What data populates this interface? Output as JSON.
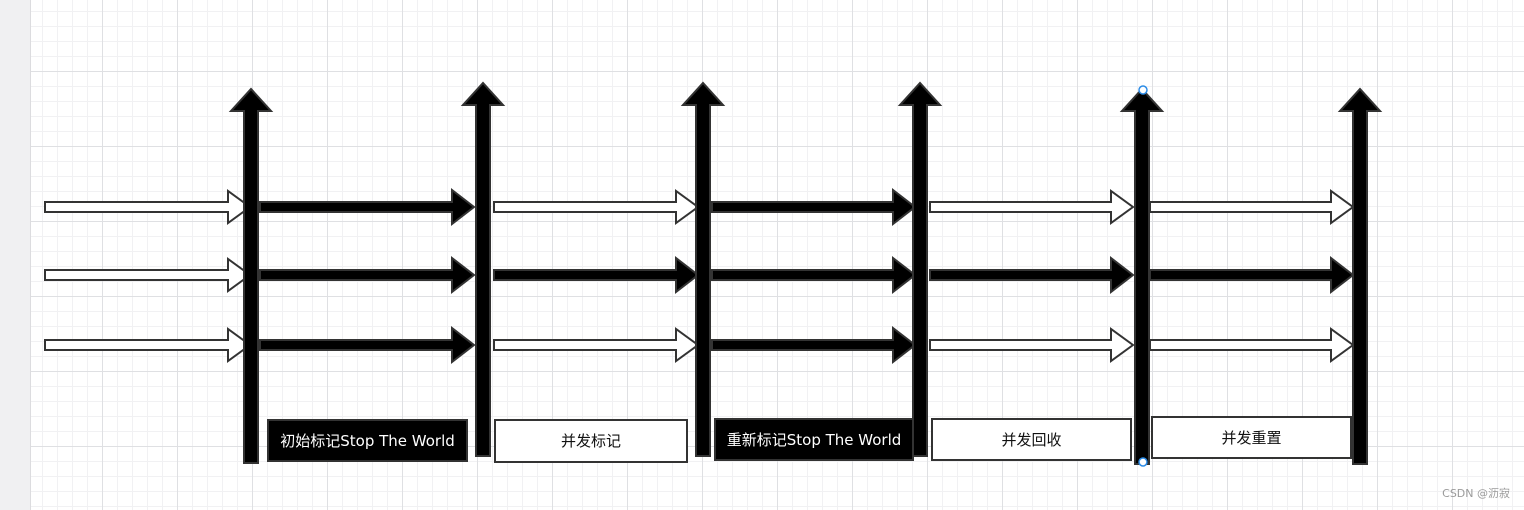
{
  "phases": [
    {
      "label": "初始标记Stop The World",
      "style": "stop-the-world"
    },
    {
      "label": "并发标记",
      "style": "concurrent"
    },
    {
      "label": "重新标记Stop The World",
      "style": "stop-the-world"
    },
    {
      "label": "并发回收",
      "style": "concurrent"
    },
    {
      "label": "并发重置",
      "style": "concurrent"
    }
  ],
  "watermark": "CSDN @沥寂",
  "colors": {
    "stop_the_world_fill": "#000000",
    "concurrent_fill": "#ffffff",
    "outline": "#333333"
  }
}
